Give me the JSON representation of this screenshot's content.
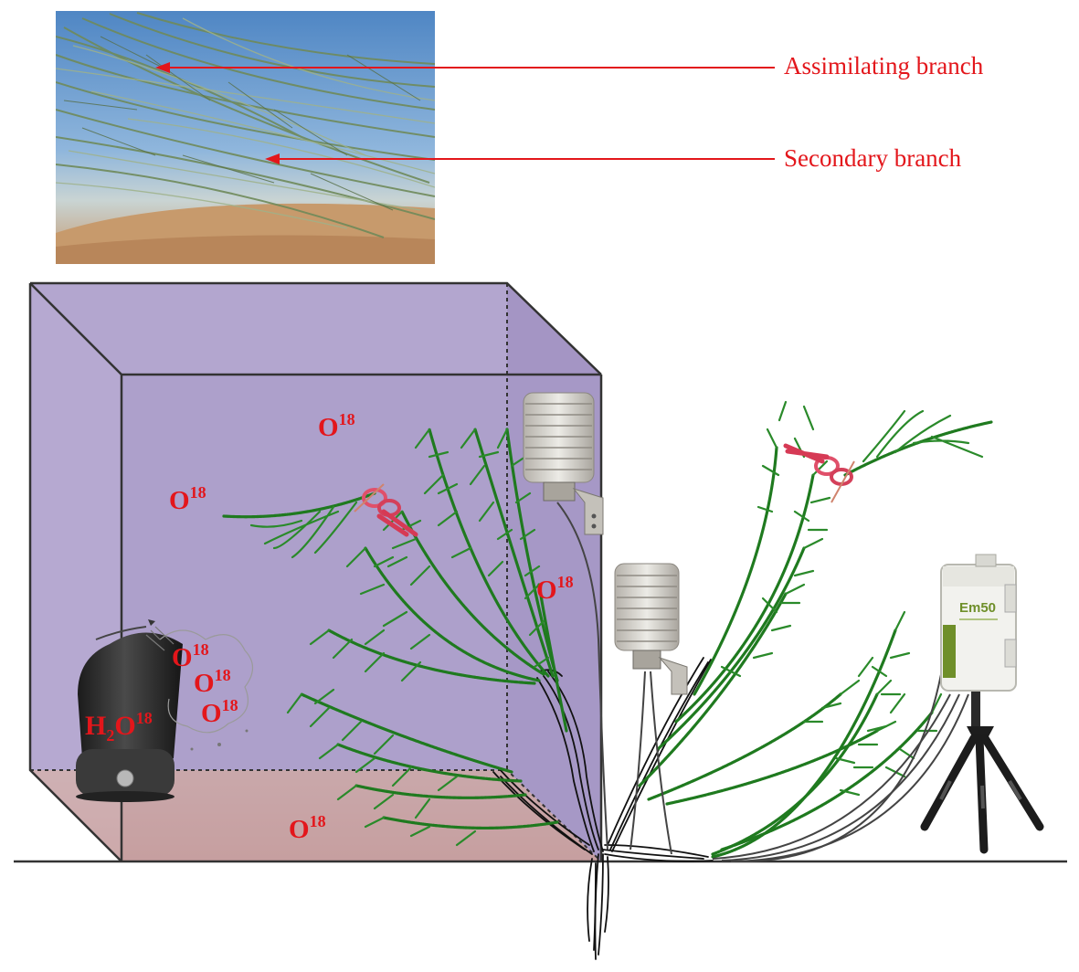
{
  "photo": {
    "callouts": [
      {
        "label": "Assimilating branch"
      },
      {
        "label": "Secondary branch"
      }
    ]
  },
  "chamber": {
    "isotope_labels": [
      {
        "base": "O",
        "sup": "18"
      },
      {
        "base": "O",
        "sup": "18"
      },
      {
        "base": "O",
        "sup": "18"
      },
      {
        "base": "O",
        "sup": "18"
      },
      {
        "base": "O",
        "sup": "18"
      },
      {
        "base": "O",
        "sup": "18"
      },
      {
        "base": "O",
        "sup": "18"
      }
    ],
    "humidifier": {
      "base": "H",
      "sub": "2",
      "mid": "O",
      "sup": "18"
    }
  },
  "logger": {
    "brand": "Em50"
  },
  "colors": {
    "label_red": "#e3161b",
    "chamber_fill": "#ad9fca",
    "soil": "#efab79",
    "branch_green": "#1f7a1f"
  }
}
